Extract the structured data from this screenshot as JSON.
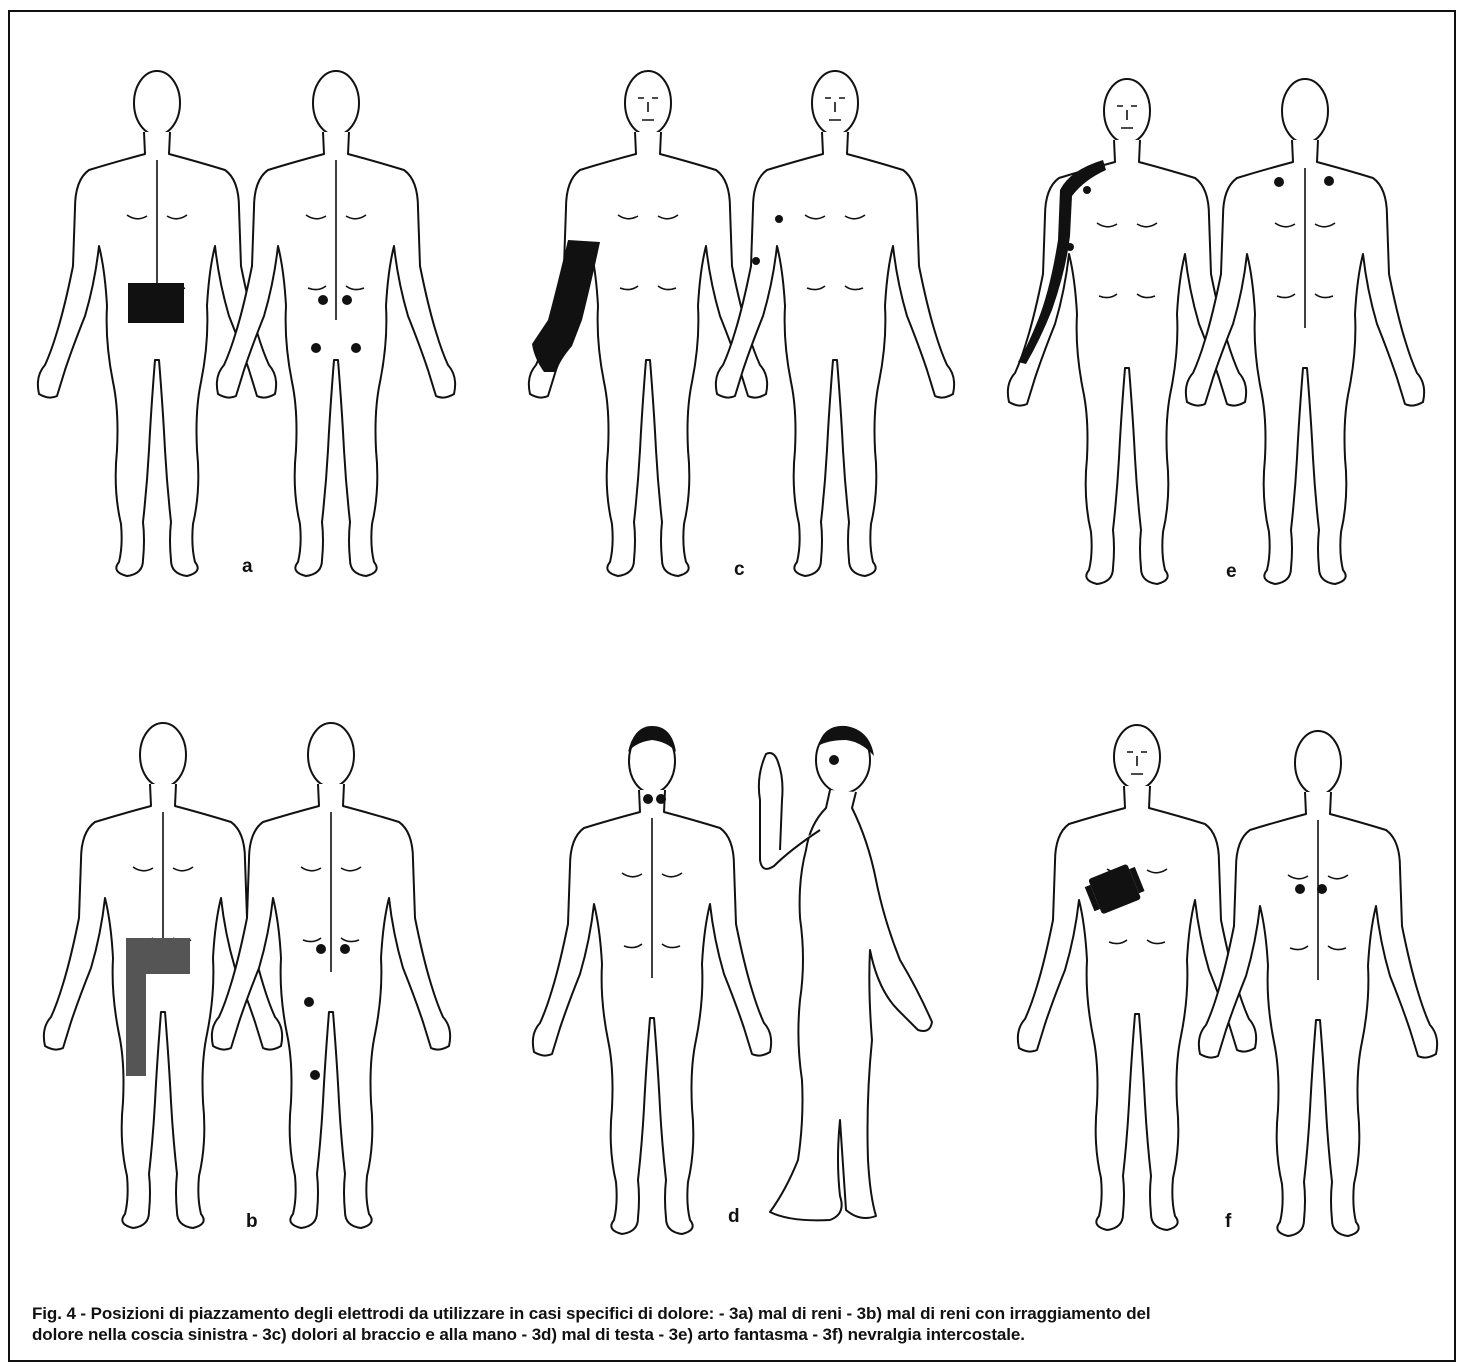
{
  "panels": [
    {
      "letter": "a"
    },
    {
      "letter": "b"
    },
    {
      "letter": "c"
    },
    {
      "letter": "d"
    },
    {
      "letter": "e"
    },
    {
      "letter": "f"
    }
  ],
  "caption": {
    "line1": "Fig. 4 - Posizioni di piazzamento degli elettrodi da utilizzare in casi specifici di dolore: - 3a) mal di reni - 3b) mal di reni con irraggiamento del",
    "line2": "dolore nella coscia sinistra - 3c) dolori al braccio e alla mano - 3d) mal di testa - 3e) arto fantasma - 3f) nevralgia intercostale."
  },
  "colors": {
    "ink": "#111111",
    "electrode_dark": "#111111",
    "electrode_grey": "#555555",
    "paper": "#ffffff"
  }
}
